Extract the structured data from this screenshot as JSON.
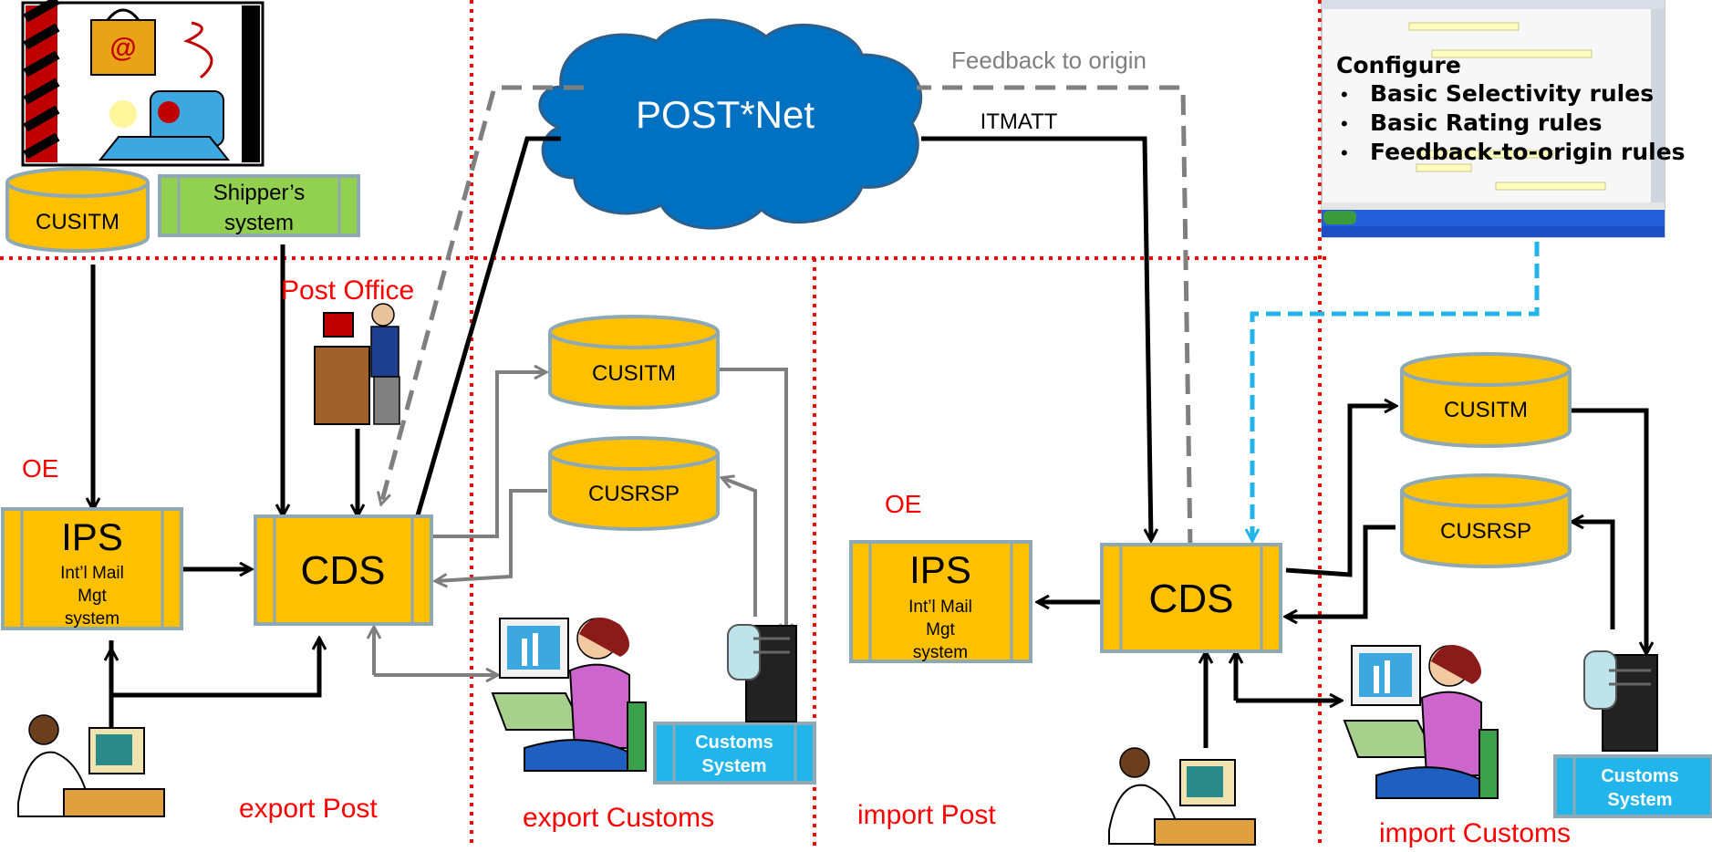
{
  "cloud": {
    "label": "POST*Net"
  },
  "edge_labels": {
    "feedback_to_origin": "Feedback to origin",
    "itmatt": "ITMATT"
  },
  "databases": {
    "export_shipper": "CUSITM",
    "export_cusitm": "CUSITM",
    "export_cusrsp": "CUSRSP",
    "import_cusitm": "CUSITM",
    "import_cusrsp": "CUSRSP"
  },
  "shipper_system": {
    "line1": "Shipper’s",
    "line2": "system"
  },
  "export_ips": {
    "title": "IPS",
    "line1": "Int’l Mail",
    "line2": "Mgt",
    "line3": "system"
  },
  "import_ips": {
    "title": "IPS",
    "line1": "Int’l Mail",
    "line2": "Mgt",
    "line3": "system"
  },
  "export_cds": {
    "title": "CDS"
  },
  "import_cds": {
    "title": "CDS"
  },
  "export_customs_system": {
    "line1": "Customs",
    "line2": "System"
  },
  "import_customs_system": {
    "line1": "Customs",
    "line2": "System"
  },
  "zone_labels": {
    "post_office": "Post Office",
    "oe_export": "OE",
    "oe_import": "OE",
    "export_post": "export Post",
    "export_customs": "export Customs",
    "import_post": "import Post",
    "import_customs": "import Customs"
  },
  "configure": {
    "title": "Configure",
    "bullet": "•",
    "items": [
      "Basic Selectivity rules",
      "Basic Rating rules",
      "Feedback-to-origin rules"
    ]
  },
  "colors": {
    "box_fill": "#ffc000",
    "box_stroke": "#8ea9b4",
    "green": "#92d050",
    "cloud": "#0070c0",
    "customs_box": "#22b5ec",
    "zone_divider": "#ff0000",
    "feedback_arrow": "#7f7f7f",
    "config_arrow": "#22b5ec"
  }
}
